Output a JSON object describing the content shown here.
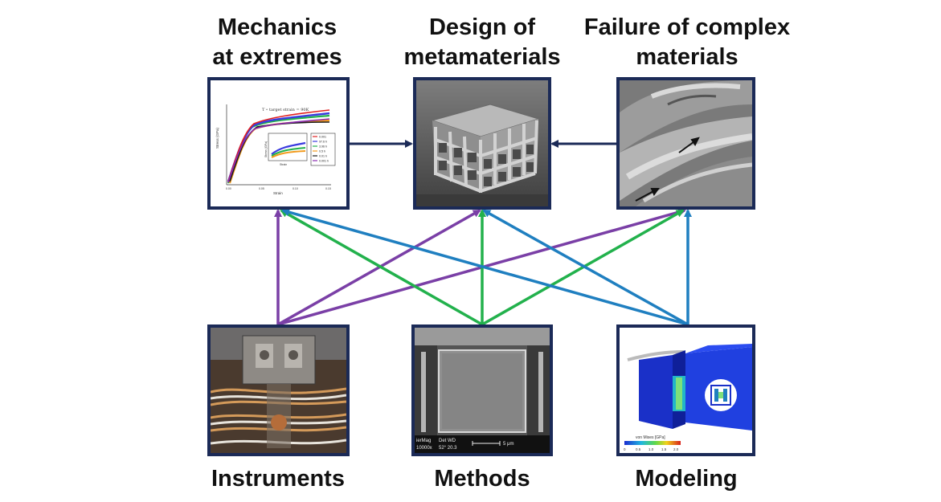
{
  "top_labels": {
    "mechanics": "Mechanics\nat extremes",
    "metamaterials": "Design of\nmetamaterials",
    "failure": "Failure of complex\nmaterials"
  },
  "bottom_labels": {
    "instruments": "Instruments",
    "methods": "Methods",
    "modeling": "Modeling"
  },
  "chart_thumb": {
    "title": "T ∘ target strain = 90K",
    "xlabel": "Strain",
    "ylabel": "Stress (GPa)",
    "inset_xlabel": "Strain",
    "inset_ylabel": "Stress (GPa)",
    "x_ticks": [
      "0.00",
      "0.05",
      "0.10",
      "0.15"
    ],
    "legend": [
      "0.001",
      "97.6 h",
      "3.96 h",
      "0.5 h",
      "0.01 h",
      "0.001 h"
    ]
  },
  "sem_bar": {
    "left_a": "ierMag",
    "left_b": "10000x",
    "mid_a": "Det  WD",
    "mid_b": "52°   20.3",
    "scale": "5 μm"
  },
  "colorbar": {
    "title": "von Mises [GPa]",
    "ticks": [
      "0",
      "0.5",
      "1.0",
      "1.5",
      "2.0"
    ]
  },
  "colors": {
    "frame": "#1b2a57",
    "arrow_navy": "#1b2a57",
    "purple": "#7a3fa6",
    "green": "#22b14c",
    "blue": "#1f7fc0"
  }
}
